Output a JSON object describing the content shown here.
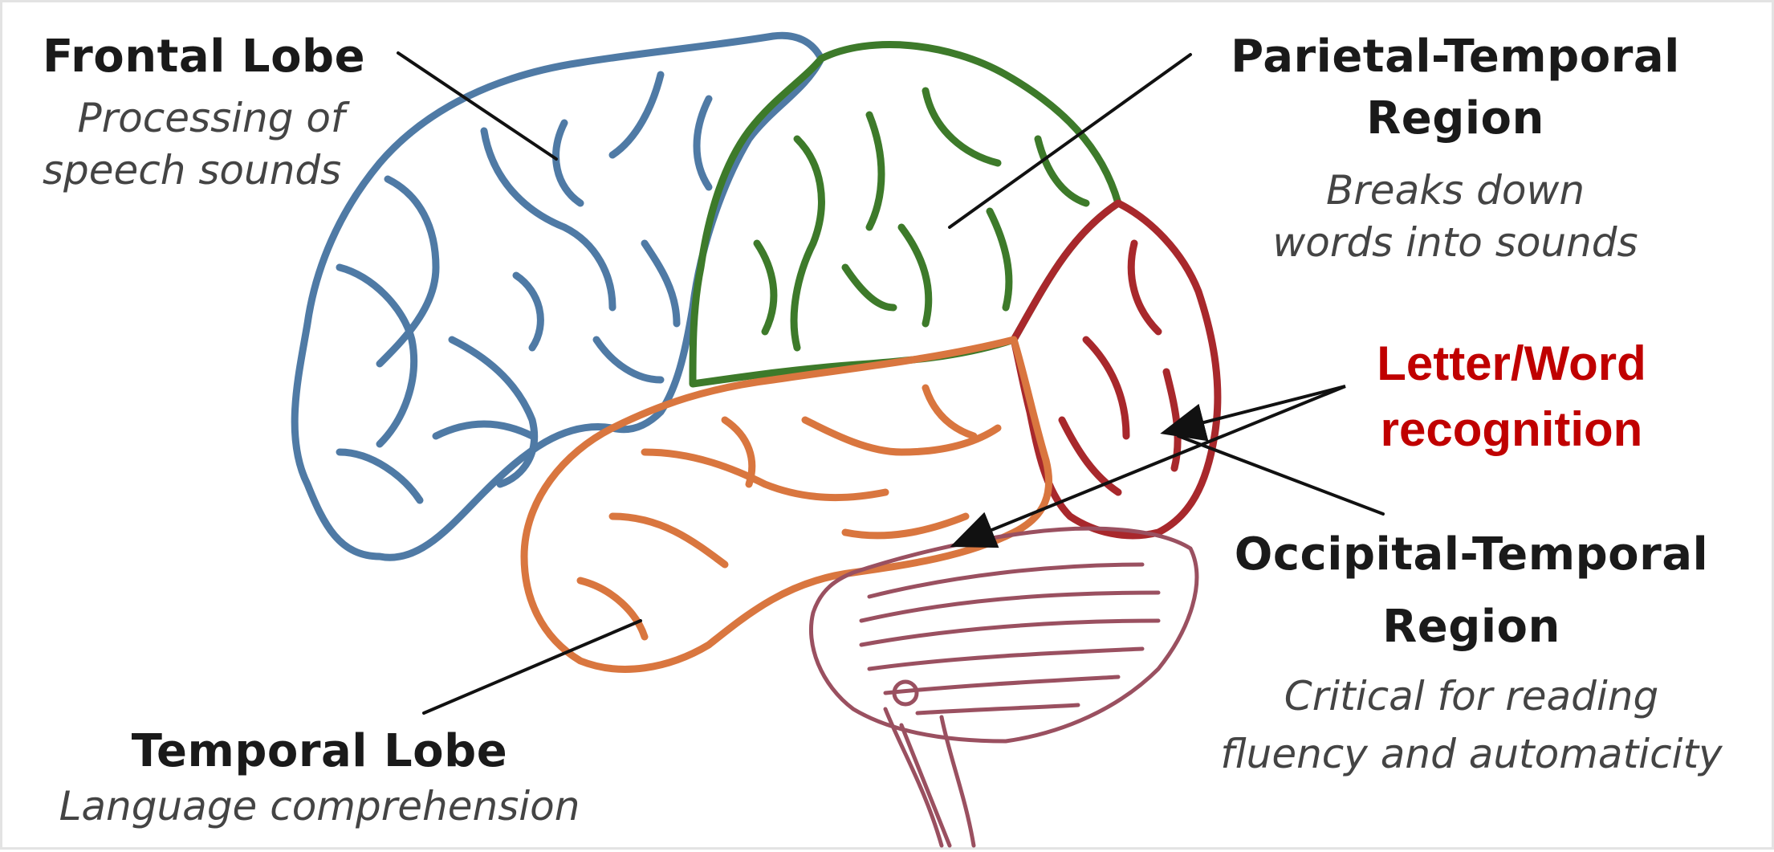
{
  "regions": {
    "frontal": {
      "title": "Frontal Lobe",
      "desc_1": "Processing of",
      "desc_2": "speech sounds"
    },
    "parietal": {
      "title_1": "Parietal-Temporal",
      "title_2": "Region",
      "desc_1": "Breaks down",
      "desc_2": "words into sounds"
    },
    "letter_word": {
      "line_1": "Letter/Word",
      "line_2": "recognition"
    },
    "occipital": {
      "title_1": "Occipital-Temporal",
      "title_2": "Region",
      "desc_1": "Critical for reading",
      "desc_2": "fluency and automaticity"
    },
    "temporal": {
      "title": "Temporal Lobe",
      "desc": "Language comprehension"
    }
  },
  "colors": {
    "frontal": "#4f7aa5",
    "parietal": "#3d7a2a",
    "temporal": "#d9763f",
    "occipital": "#a8282c",
    "cerebellum": "#9a5060",
    "annotation": "#c00000"
  }
}
